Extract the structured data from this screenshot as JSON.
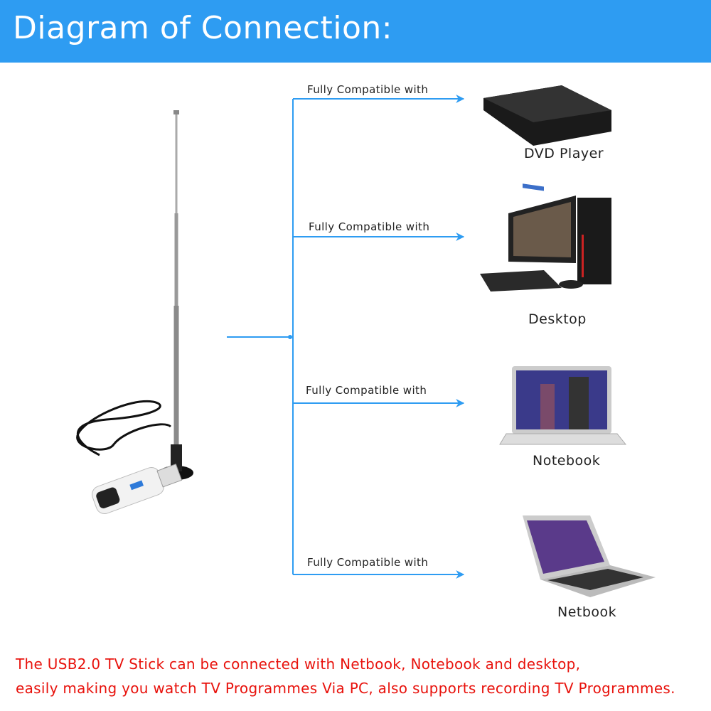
{
  "header": {
    "title": "Diagram of Connection:"
  },
  "colors": {
    "accent": "#2e9cf2",
    "footer_text": "#e8120c"
  },
  "connections": [
    {
      "label": "Fully Compatible with",
      "device": "DVD Player",
      "icon": "dvd-player-icon"
    },
    {
      "label": "Fully Compatible with",
      "device": "Desktop",
      "icon": "desktop-computer-icon"
    },
    {
      "label": "Fully Compatible with",
      "device": "Notebook",
      "icon": "notebook-laptop-icon"
    },
    {
      "label": "Fully Compatible with",
      "device": "Netbook",
      "icon": "netbook-laptop-icon"
    }
  ],
  "source": {
    "icon": "usb-tv-stick-with-antenna-icon"
  },
  "footer": {
    "line1": "The USB2.0 TV Stick can be connected with Netbook, Notebook and desktop,",
    "line2": "easily making you watch TV Programmes Via PC, also supports recording TV Programmes."
  }
}
